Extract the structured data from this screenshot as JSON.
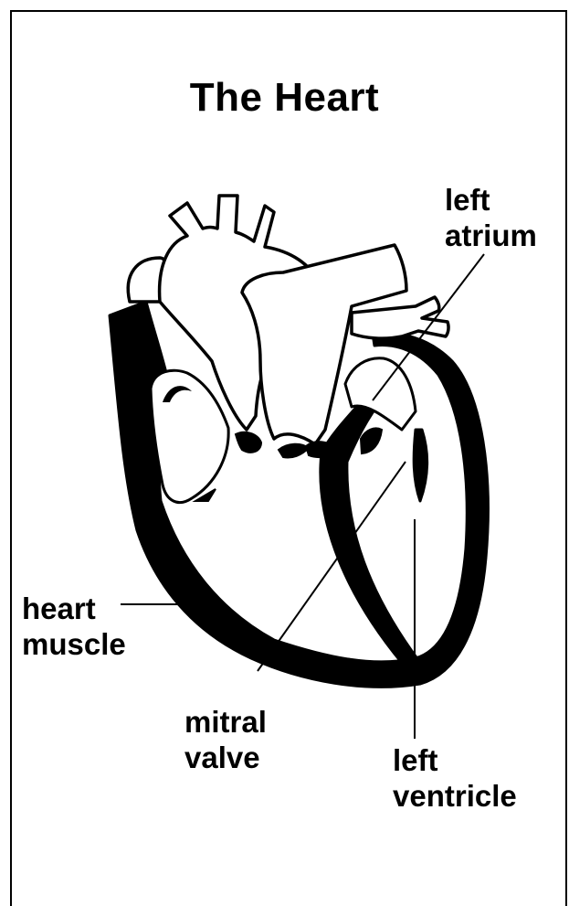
{
  "title": "The Heart",
  "labels": {
    "left_atrium": [
      "left",
      "atrium"
    ],
    "heart_muscle": [
      "heart",
      "muscle"
    ],
    "mitral_valve": [
      "mitral",
      "valve"
    ],
    "left_ventricle": [
      "left",
      "ventricle"
    ]
  },
  "colors": {
    "ink": "#000000",
    "background": "#ffffff"
  }
}
